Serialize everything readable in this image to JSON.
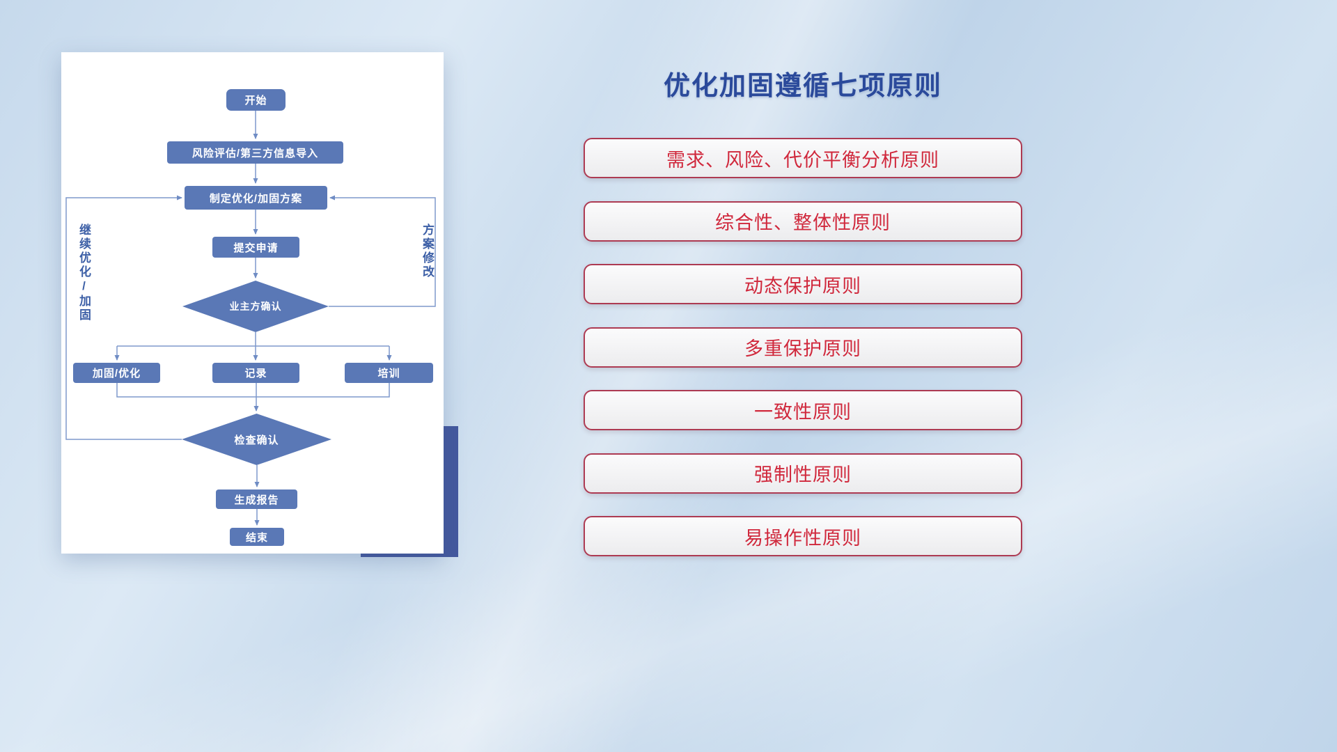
{
  "title": "优化加固遵循七项原则",
  "flowchart": {
    "nodes": {
      "start": "开始",
      "risk_import": "风险评估/第三方信息导入",
      "make_plan": "制定优化/加固方案",
      "submit": "提交申请",
      "owner_confirm": "业主方确认",
      "reinforce": "加固/优化",
      "record": "记录",
      "training": "培训",
      "check_confirm": "检查确认",
      "report": "生成报告",
      "end": "结束"
    },
    "labels": {
      "left_loop": "继续优化/加固",
      "right_loop": "方案修改"
    }
  },
  "principles": [
    "需求、风险、代价平衡分析原则",
    "综合性、整体性原则",
    "动态保护原则",
    "多重保护原则",
    "一致性原则",
    "强制性原则",
    "易操作性原则"
  ],
  "colors": {
    "title_blue": "#2b4a9b",
    "node_blue": "#5a78b6",
    "connector_blue": "#7e99cc",
    "accent_rect_blue": "#44589e",
    "principle_text_red": "#d0283c",
    "principle_border_red": "#ad3a52"
  }
}
